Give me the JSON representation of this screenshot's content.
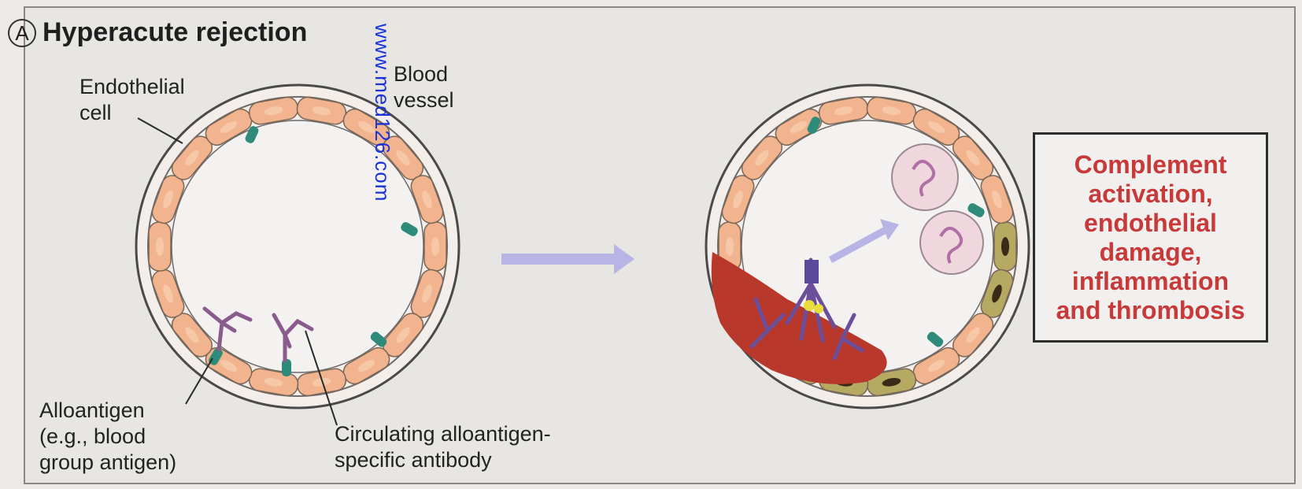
{
  "panel": {
    "letter": "A",
    "title": "Hyperacute rejection"
  },
  "watermark": "www.med126.com",
  "labels": {
    "endothelial_cell": "Endothelial\ncell",
    "blood_vessel": "Blood\nvessel",
    "alloantigen": "Alloantigen\n(e.g., blood\ngroup antigen)",
    "antibody": "Circulating alloantigen-\nspecific antibody"
  },
  "result": {
    "text": "Complement\nactivation,\nendothelial\ndamage,\ninflammation\nand thrombosis",
    "color": "#c83a3a"
  },
  "colors": {
    "endothelium": "#f2b48f",
    "endothelium_damaged": "#b6aa63",
    "thrombus": "#b8382b",
    "antigen": "#2e8b7a",
    "antibody": "#8a5b8d",
    "arrow": "#b8b4e6",
    "neutrophil": "#f0d6dd"
  }
}
